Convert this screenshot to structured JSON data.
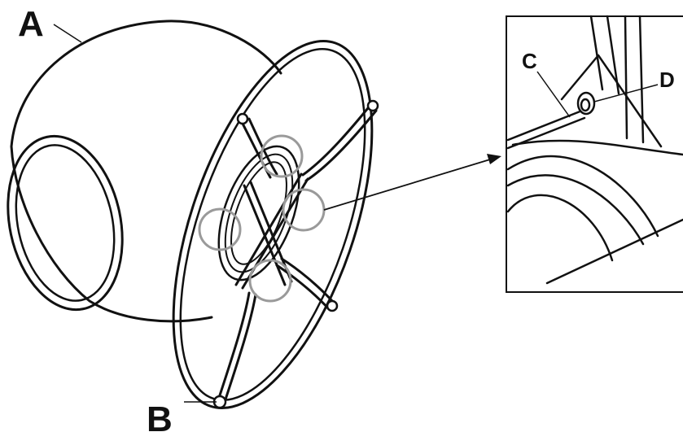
{
  "labels": {
    "a": "A",
    "b": "B",
    "c": "C",
    "d": "D"
  },
  "colors": {
    "line": "#111111",
    "highlight_circle": "#9a9a9a",
    "background": "#ffffff"
  }
}
